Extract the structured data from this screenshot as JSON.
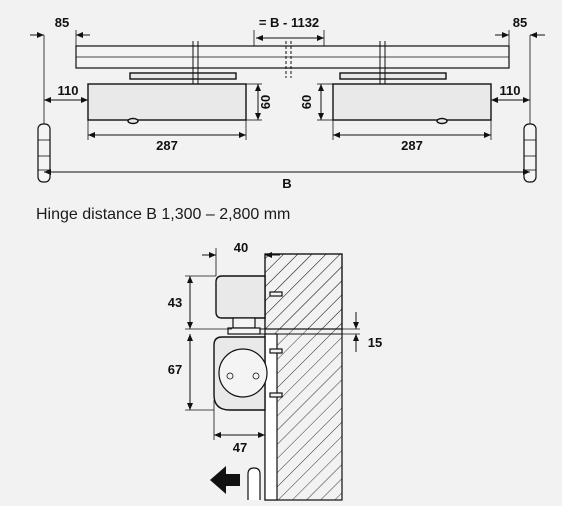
{
  "top_view": {
    "dim_left_offset": "85",
    "dim_right_offset": "85",
    "dim_middle": "= B - 1132",
    "dim_left_edge": "110",
    "dim_right_edge": "110",
    "dim_left_height": "60",
    "dim_right_height": "60",
    "dim_left_length": "287",
    "dim_right_length": "287",
    "dim_total": "B"
  },
  "caption": "Hinge distance B 1,300 – 2,800 mm",
  "side_view": {
    "dim_width_top": "40",
    "dim_height_upper": "43",
    "dim_height_lower": "67",
    "dim_width_bottom": "47",
    "dim_offset": "15"
  },
  "colors": {
    "background": "#f2f2f2",
    "line": "#111111",
    "body_fill": "#e9e9e9"
  },
  "icons": {
    "direction_arrow": "arrow-left-icon"
  }
}
